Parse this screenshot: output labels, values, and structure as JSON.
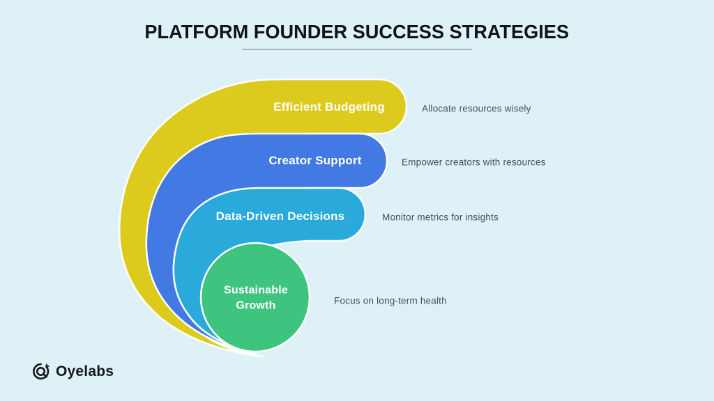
{
  "title": {
    "text": "PLATFORM FOUNDER SUCCESS STRATEGIES"
  },
  "colors": {
    "background": "#ddf1f6",
    "yellow": "#dccb1d",
    "blue": "#4379e2",
    "cyan": "#29aadb",
    "green": "#3ec47f",
    "title_text": "#101417",
    "description_text": "#42505c",
    "label_text": "#ffffff",
    "stroke": "#ffffff"
  },
  "strategies": [
    {
      "label": "Efficient Budgeting",
      "description": "Allocate resources wisely",
      "color": "#dccb1d"
    },
    {
      "label": "Creator Support",
      "description": "Empower creators with resources",
      "color": "#4379e2"
    },
    {
      "label": "Data-Driven Decisions",
      "description": "Monitor metrics for insights",
      "color": "#29aadb"
    },
    {
      "label": "Sustainable Growth",
      "description": "Focus on long-term health",
      "color": "#3ec47f"
    }
  ],
  "brand": {
    "name": "Oyelabs"
  }
}
